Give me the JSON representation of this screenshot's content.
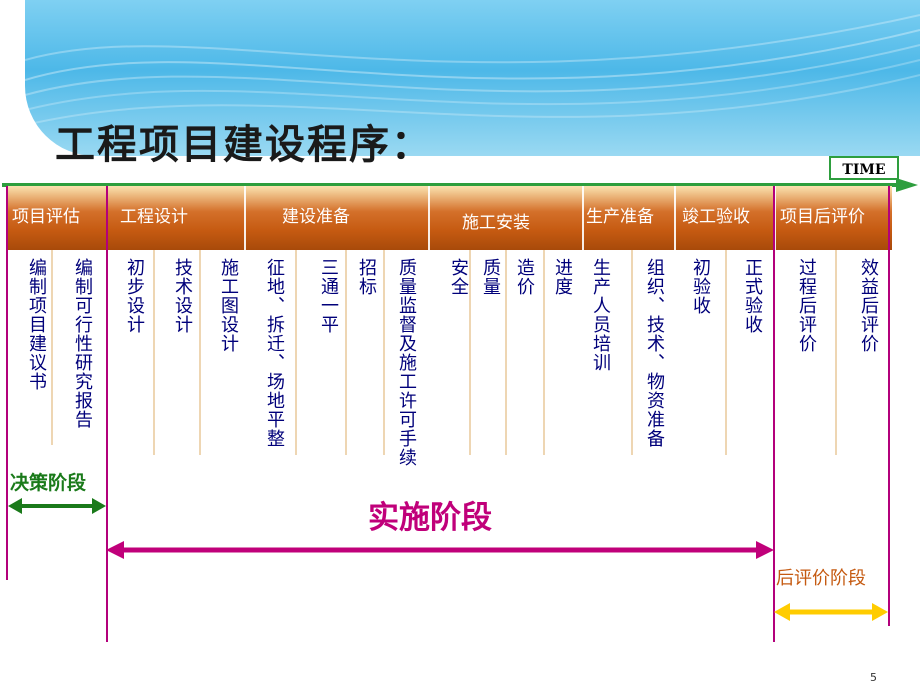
{
  "title": "工程项目建设程序：",
  "time_label": "TIME",
  "phases": [
    "项目评估",
    "工程设计",
    "建设准备",
    "施工安装",
    "生产准备",
    "竣工验收",
    "项目后评价"
  ],
  "items": [
    "编制项目建议书",
    "编制可行性研究报告",
    "初步设计",
    "技术设计",
    "施工图设计",
    "征地、拆迁、场地平整",
    "三通一平",
    "招标",
    "质量监督及施工许可手续",
    "安全",
    "质量",
    "造价",
    "进度",
    "生产人员培训",
    "组织、技术、物资准备",
    "初验收",
    "正式验收",
    "过程后评价",
    "效益后评价"
  ],
  "stages": {
    "decision": "决策阶段",
    "implementation": "实施阶段",
    "post_evaluation": "后评价阶段"
  },
  "colors": {
    "phase_bar": "#c55a11",
    "timeline_arrow": "#2e9e3e",
    "divider": "#b3007b",
    "decision_arrow": "#1a7a1a",
    "implementation": "#c0007a",
    "post_evaluation": "#ffcc00",
    "item_text": "#00007a"
  },
  "page_number": "5"
}
